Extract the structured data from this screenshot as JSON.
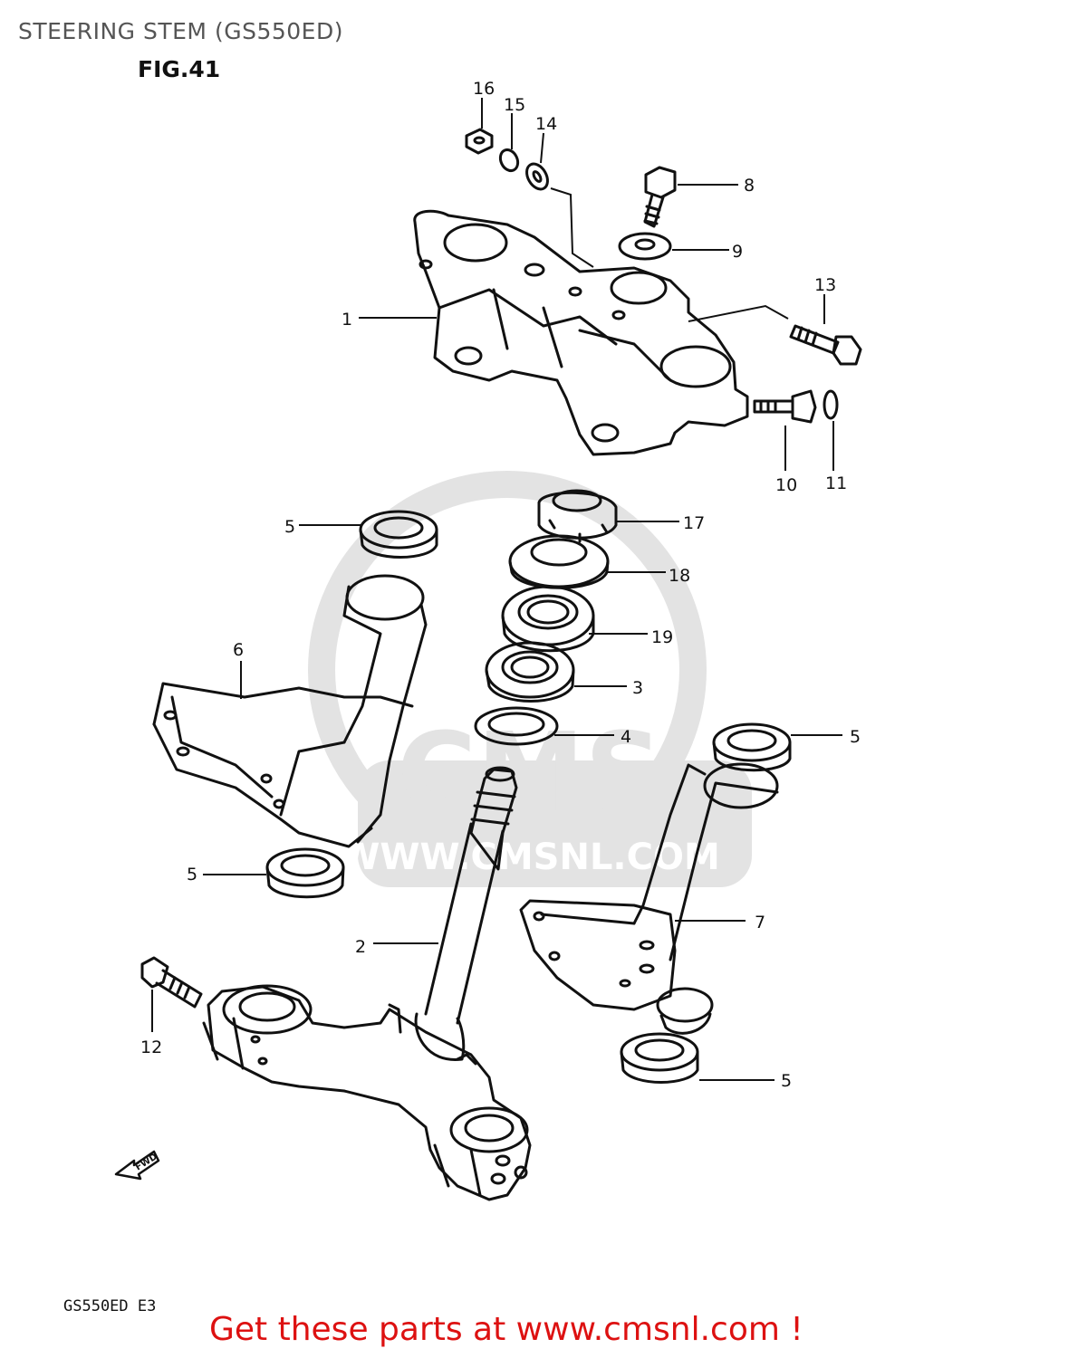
{
  "title": "STEERING STEM (GS550ED)",
  "figure": "FIG.41",
  "model_code": "GS550ED E3",
  "footer": "Get these parts at www.cmsnl.com !",
  "watermark": {
    "brand": "CMS",
    "url": "WWW.CMSNL.COM"
  },
  "fwd_label": "FWD",
  "callouts": {
    "c1": "1",
    "c2": "2",
    "c3": "3",
    "c4": "4",
    "c5a": "5",
    "c5b": "5",
    "c5c": "5",
    "c5d": "5",
    "c6": "6",
    "c7": "7",
    "c8": "8",
    "c9": "9",
    "c10": "10",
    "c11": "11",
    "c12": "12",
    "c13": "13",
    "c14": "14",
    "c15": "15",
    "c16": "16",
    "c17": "17",
    "c18": "18",
    "c19": "19"
  },
  "colors": {
    "line": "#111111",
    "watermark": "#e3e3e3",
    "footer": "#dd1111",
    "title": "#555555"
  }
}
